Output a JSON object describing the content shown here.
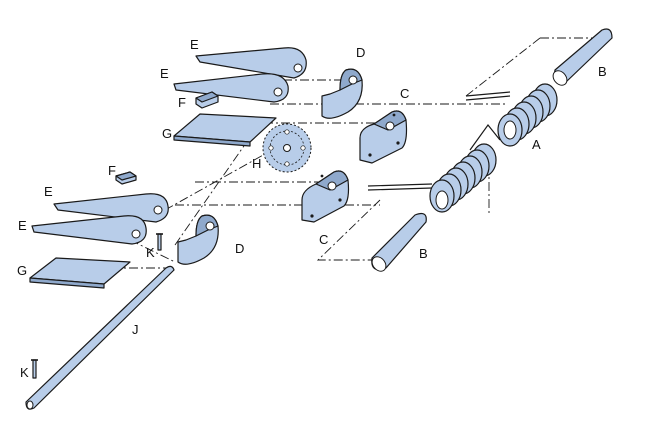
{
  "labels": {
    "A": "A",
    "B_top": "B",
    "B_bottom": "B",
    "C_top": "C",
    "C_bottom": "C",
    "D_top": "D",
    "D_bottom": "D",
    "E_1": "E",
    "E_2": "E",
    "E_3": "E",
    "E_4": "E",
    "F_top": "F",
    "F_bottom": "F",
    "G_top": "G",
    "G_bottom": "G",
    "H": "H",
    "J": "J",
    "K_mid": "K",
    "K_bottom": "K"
  },
  "colors": {
    "part_fill": "#b8cde9",
    "part_shade": "#8fa9cc",
    "outline": "#1a1a1a",
    "background": "#ffffff"
  }
}
